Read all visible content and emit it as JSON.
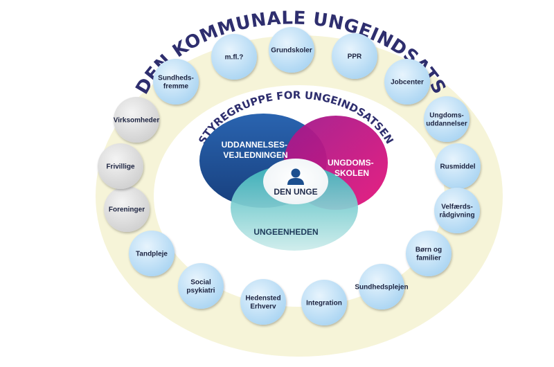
{
  "diagram": {
    "title": "DEN KOMMUNALE UNGEINDSATS",
    "inner_title": "STYREGRUPPE FOR UNGEINDSATSEN",
    "venn": {
      "left": [
        "UDDANNELSES-",
        "VEJLEDNINGEN"
      ],
      "right": [
        "UNGDOMS-",
        "SKOLEN"
      ],
      "bottom": [
        "UNGEENHEDEN"
      ],
      "center": "DEN UNGE",
      "center_icon": "person-icon"
    },
    "bubbles": [
      {
        "label": [
          "Grundskoler"
        ],
        "style": "blue"
      },
      {
        "label": [
          "PPR"
        ],
        "style": "blue"
      },
      {
        "label": [
          "Jobcenter"
        ],
        "style": "blue"
      },
      {
        "label": [
          "Ungdoms-",
          "uddannelser"
        ],
        "style": "blue"
      },
      {
        "label": [
          "Rusmiddel"
        ],
        "style": "blue"
      },
      {
        "label": [
          "Velfærds-",
          "rådgivning"
        ],
        "style": "blue"
      },
      {
        "label": [
          "Børn og",
          "familier"
        ],
        "style": "blue"
      },
      {
        "label": [
          "Sundhedsplejen"
        ],
        "style": "blue"
      },
      {
        "label": [
          "Integration"
        ],
        "style": "blue"
      },
      {
        "label": [
          "Hedensted",
          "Erhverv"
        ],
        "style": "blue"
      },
      {
        "label": [
          "Social",
          "psykiatri"
        ],
        "style": "blue"
      },
      {
        "label": [
          "Tandpleje"
        ],
        "style": "blue"
      },
      {
        "label": [
          "Foreninger"
        ],
        "style": "gray"
      },
      {
        "label": [
          "Frivillige"
        ],
        "style": "gray"
      },
      {
        "label": [
          "Virksomheder"
        ],
        "style": "gray"
      },
      {
        "label": [
          "Sundheds-",
          "fremme"
        ],
        "style": "blue"
      },
      {
        "label": [
          "m.fl.?"
        ],
        "style": "blue"
      }
    ],
    "colors": {
      "ring": "#f6f4d8",
      "title": "#2e2e6e",
      "venn_left": "#1d4f96",
      "venn_right": "#d20f80",
      "venn_bottom": "#45bcc0",
      "bubble_blue": "#b9def6",
      "bubble_gray": "#dcdcdc"
    }
  }
}
